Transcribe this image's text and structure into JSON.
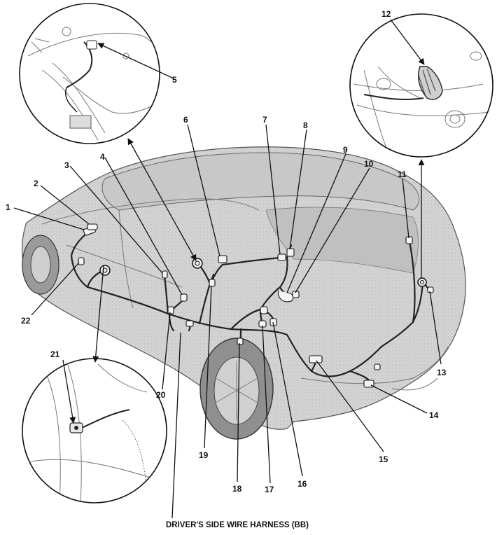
{
  "caption": "DRIVER'S SIDE WIRE HARNESS (BB)",
  "callouts": [
    "1",
    "2",
    "3",
    "4",
    "5",
    "6",
    "7",
    "8",
    "9",
    "10",
    "11",
    "12",
    "13",
    "14",
    "15",
    "16",
    "17",
    "18",
    "19",
    "20",
    "21",
    "22"
  ],
  "colors": {
    "ink": "#111111",
    "car_fill": "#d6d6d6",
    "car_shade": "#bdbdbd",
    "background": "#ffffff"
  }
}
